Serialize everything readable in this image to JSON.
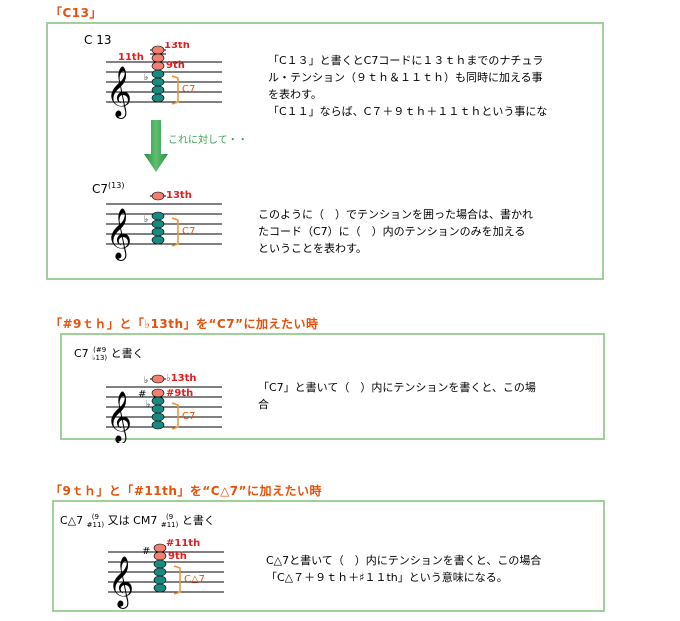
{
  "sections": [
    {
      "heading": "「C13」",
      "chord_label": "C 13",
      "labels": [
        "11th",
        "13th",
        "9th",
        "C7"
      ],
      "paragraph": [
        "「C１３」と書くとC7コードに１３ｔｈまでのナチュラ",
        "ル・テンション（９ｔｈ＆１１ｔｈ）も同時に加える事",
        "を表わす。",
        "「C１１」ならば、C７＋９ｔｈ＋１１ｔｈという事にな"
      ],
      "arrow_text": "これに対して・・",
      "chord_label_2": "C7",
      "chord_label_2_sup": "(13)",
      "labels_2": [
        "13th",
        "C7"
      ],
      "paragraph_2": [
        "このように（　）でテンションを囲った場合は、書かれ",
        "たコード（C7）に（　）内のテンションのみを加える",
        "ということを表わす。"
      ]
    },
    {
      "heading": "「#9ｔｈ」と「♭13th」を“C7”に加えたい時",
      "chord_label": "C7",
      "chord_top": "#9",
      "chord_bottom": "♭13",
      "chord_suffix": "と書く",
      "labels": [
        "♭13th",
        "#9th",
        "C7"
      ],
      "paragraph": [
        "「C7」と書いて（　）内にテンションを書くと、この場",
        "合"
      ]
    },
    {
      "heading": "「9ｔｈ」と「#11th」を“C△7”に加えたい時",
      "chord_label": "C△7",
      "chord_top": "9",
      "chord_bottom": "#11",
      "chord_or": "又は",
      "chord_label_alt": "CM7",
      "chord_suffix": "と書く",
      "labels": [
        "#11th",
        "9th",
        "C△7"
      ],
      "paragraph": [
        "C△7と書いて（　）内にテンションを書くと、この場合",
        "「C△７＋９ｔｈ＋♯１１th」という意味になる。"
      ]
    }
  ],
  "colors": {
    "heading": "#e8500a",
    "box_border": "#9fd09a",
    "note_teal": "#1a8a80",
    "note_salmon": "#f08070",
    "bracket": "#f09030",
    "arrow": "#3aa050",
    "tension_label": "#e02020"
  }
}
